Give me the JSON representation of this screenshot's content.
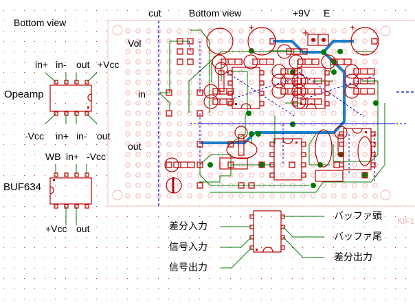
{
  "colors": {
    "grid_dot": "#cc3333",
    "board_outline": "#f6c8c8",
    "hole": "#f4b4b4",
    "component": "#b80000",
    "wire": "#007a00",
    "junction": "#007a00",
    "cut_line": "#0000cc",
    "jumper_dashed": "#0000cc",
    "thick_trace": "#1a7fc8",
    "text": "#000000"
  },
  "left_panel": {
    "title": "Bottom view",
    "opamp": {
      "name": "Opeamp",
      "top_pins": [
        "in+",
        "in-",
        "out",
        "+Vcc"
      ],
      "bottom_pins": [
        "-Vcc",
        "in+",
        "in-",
        "out"
      ]
    },
    "buffer": {
      "name": "BUF634",
      "top_pins": [
        "WB",
        "in+",
        "-Vcc"
      ],
      "bottom_pins": [
        "+Vcc",
        "out"
      ]
    }
  },
  "board": {
    "cut_label": "cut",
    "view_label": "Bottom view",
    "power_label": "+9V",
    "ground_label": "E",
    "side_labels": [
      "Vol",
      "in",
      "out"
    ],
    "polarity_marks": [
      "+",
      "+",
      "+"
    ]
  },
  "legend": {
    "left_labels": [
      "差分入力",
      "信号入力",
      "信号出力"
    ],
    "right_labels": [
      "バッファ頭",
      "バッファ尾",
      "差分出力"
    ]
  },
  "ghost_text": "KIF1"
}
